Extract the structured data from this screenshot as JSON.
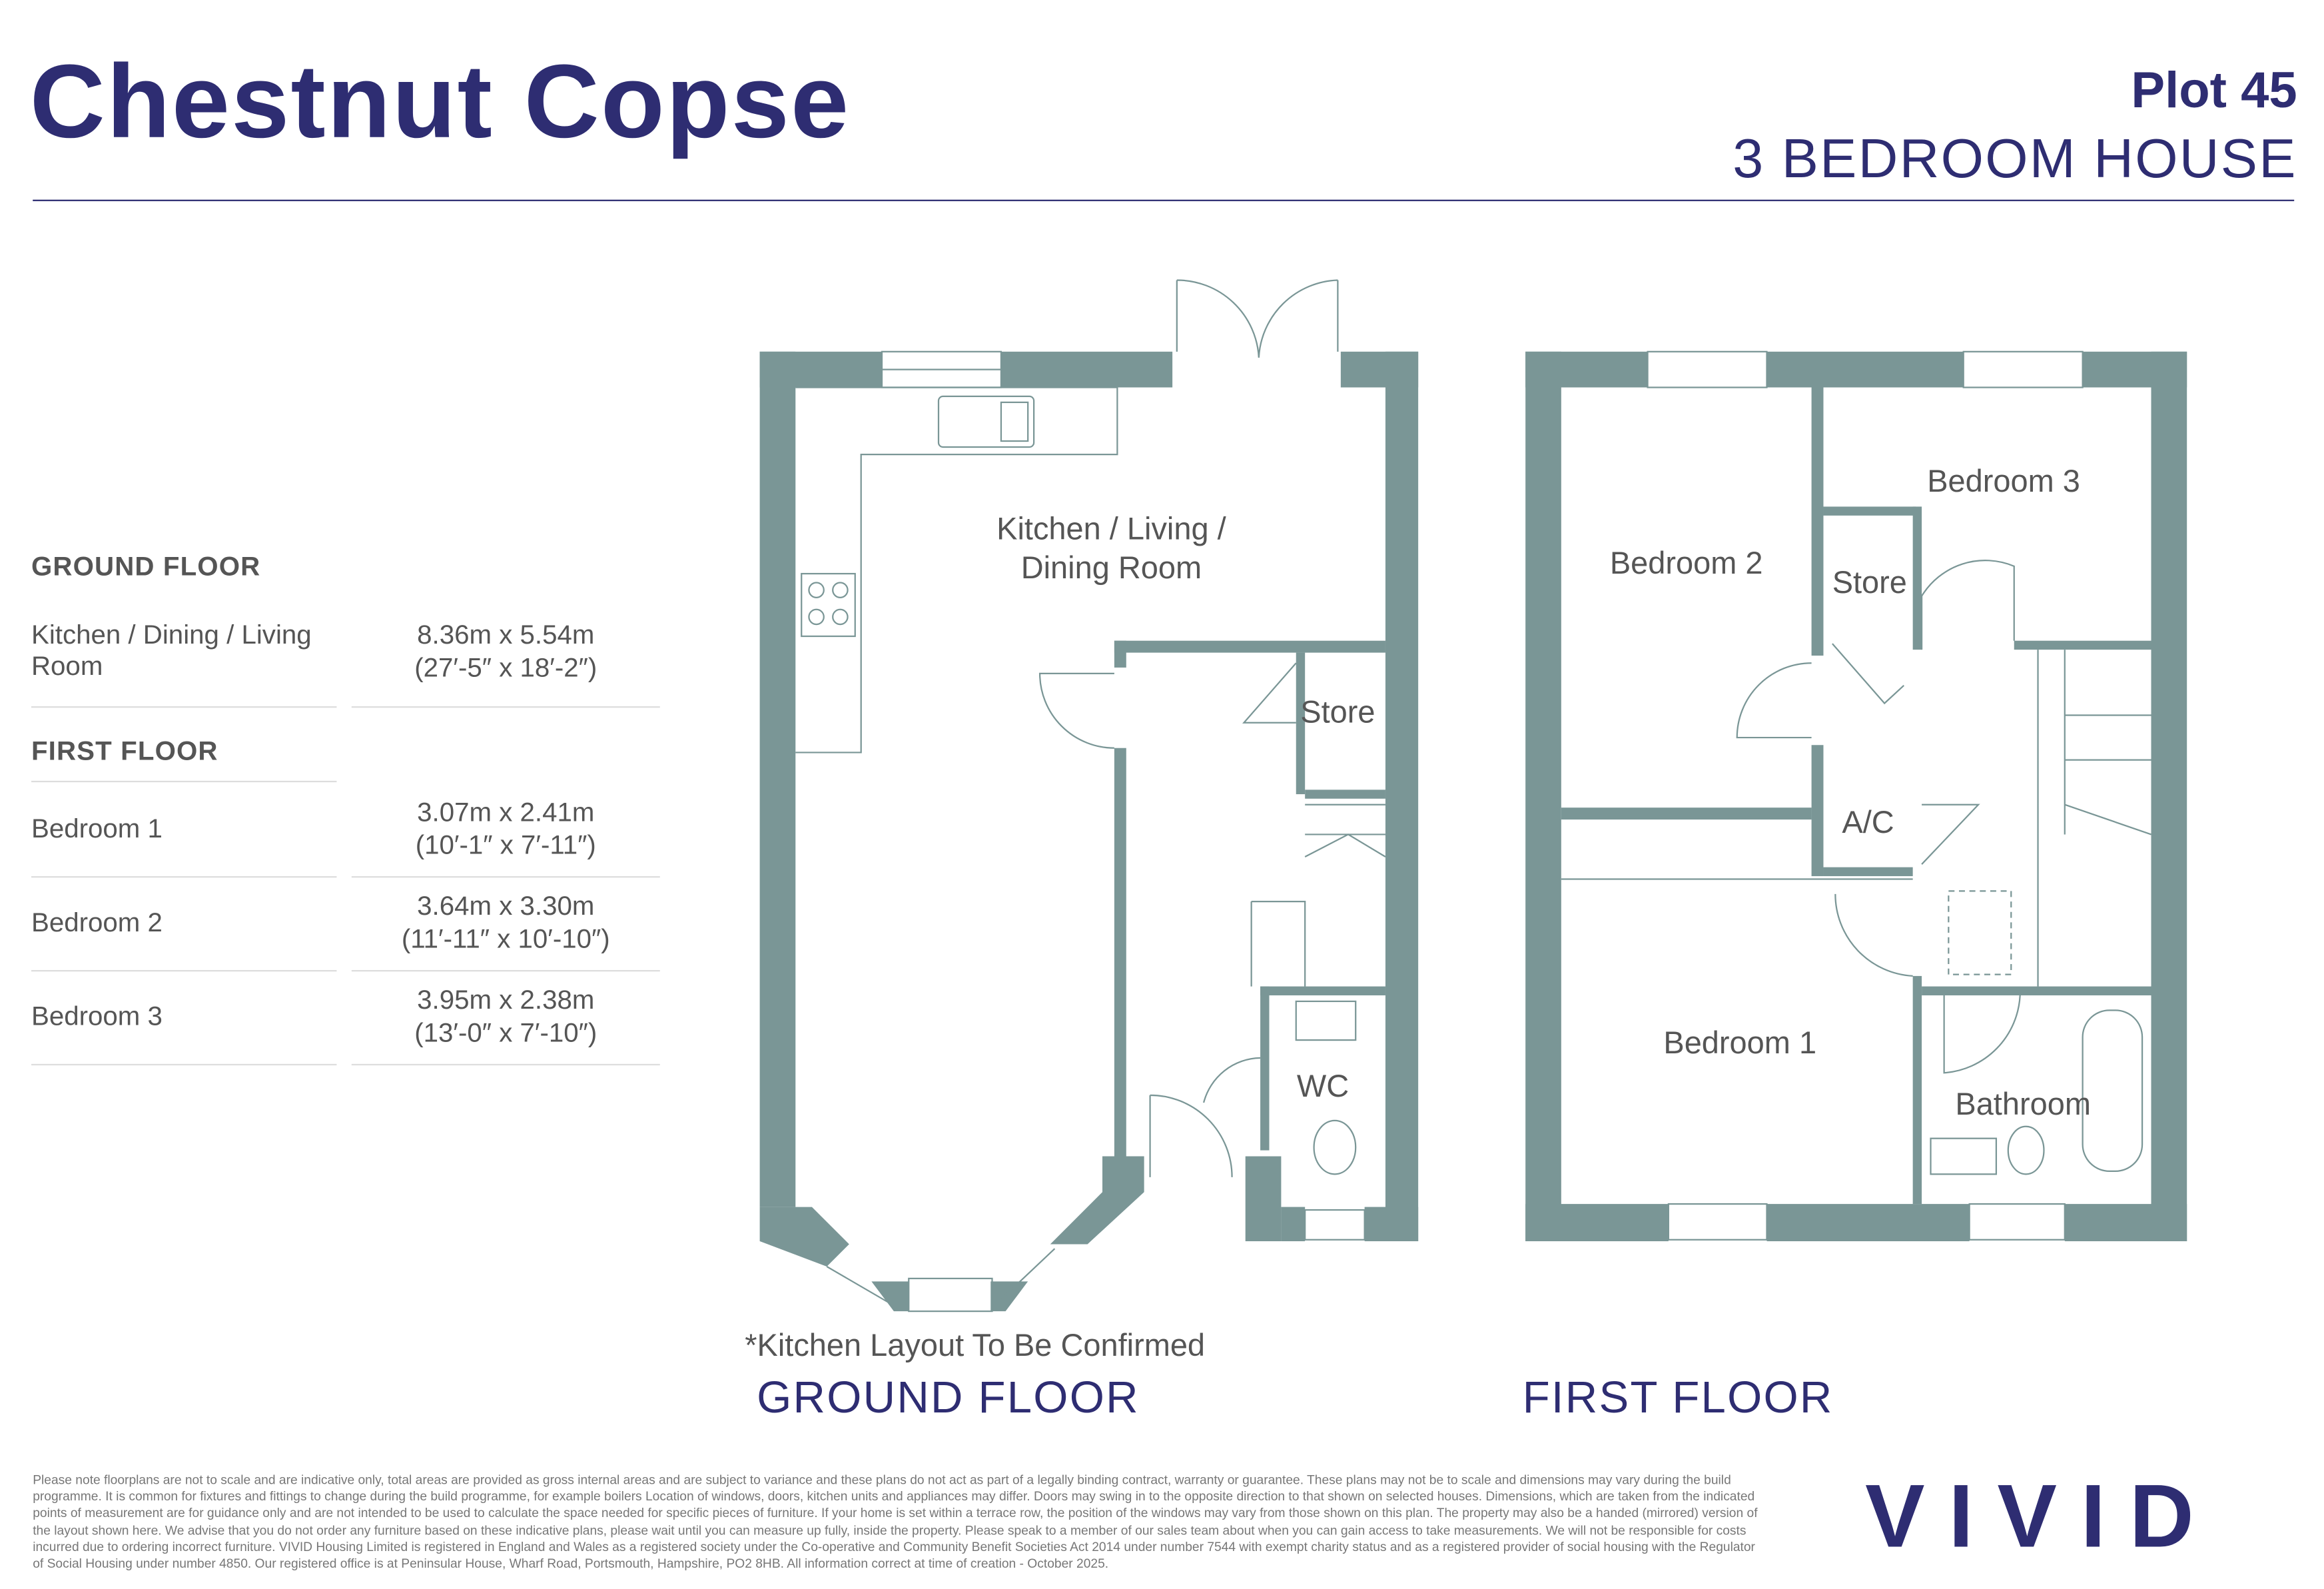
{
  "header": {
    "title": "Chestnut Copse",
    "plot": "Plot 45",
    "house_type": "3 BEDROOM HOUSE"
  },
  "schedule": {
    "ground_heading": "GROUND FLOOR",
    "ground_rooms": [
      {
        "name": "Kitchen / Dining / Living Room",
        "metric": "8.36m x 5.54m",
        "imperial": "(27′-5″ x 18′-2″)"
      }
    ],
    "first_heading": "FIRST FLOOR",
    "first_rooms": [
      {
        "name": "Bedroom 1",
        "metric": "3.07m x 2.41m",
        "imperial": "(10′-1″ x 7′-11″)"
      },
      {
        "name": "Bedroom 2",
        "metric": "3.64m x 3.30m",
        "imperial": "(11′-11″ x 10′-10″)"
      },
      {
        "name": "Bedroom 3",
        "metric": "3.95m x 2.38m",
        "imperial": "(13′-0″ x 7′-10″)"
      }
    ]
  },
  "plans": {
    "ground": {
      "label": "GROUND FLOOR",
      "kitchen_1": "Kitchen / Living /",
      "kitchen_2": "Dining Room",
      "store": "Store",
      "wc": "WC",
      "note": "*Kitchen Layout To Be Confirmed"
    },
    "first": {
      "label": "FIRST FLOOR",
      "bed1": "Bedroom 1",
      "bed2": "Bedroom 2",
      "bed3": "Bedroom 3",
      "store": "Store",
      "ac": "A/C",
      "bath": "Bathroom"
    }
  },
  "disclaimer": "Please note floorplans are not to scale and are indicative only, total areas are provided as gross internal areas and are subject to variance and these plans do not act as part of a legally binding contract, warranty or guarantee. These plans may not be to scale and dimensions may vary during the build programme. It is common for fixtures and fittings to change during the build programme, for example boilers Location of windows, doors, kitchen units and appliances may differ. Doors may swing in to the opposite direction to that shown on selected houses. Dimensions, which are taken from the indicated points of measurement are for guidance only and are not intended to be used to calculate the space needed for specific pieces of furniture. If your home is set within a terrace row, the position of the windows may vary from those shown on this plan. The property may also be a handed (mirrored) version of the layout shown here. We advise that you do not order any furniture based on these indicative plans, please wait until you can measure up fully, inside the property. Please speak to a member of our sales team about when you can gain access to take measurements. We will not be responsible for costs incurred due to ordering incorrect furniture. VIVID Housing Limited is registered in England and Wales as a registered society under the Co-operative and Community Benefit Societies Act 2014 under number 7544 with exempt charity status and as a registered provider of social housing with the Regulator of Social Housing under number 4850. Our registered office is at Peninsular House, Wharf Road, Portsmouth, Hampshire, PO2 8HB. All information correct at time of creation - October 2025.",
  "logo": "VIVID",
  "colors": {
    "brand": "#2e2d72",
    "wall": "#7a9696"
  }
}
